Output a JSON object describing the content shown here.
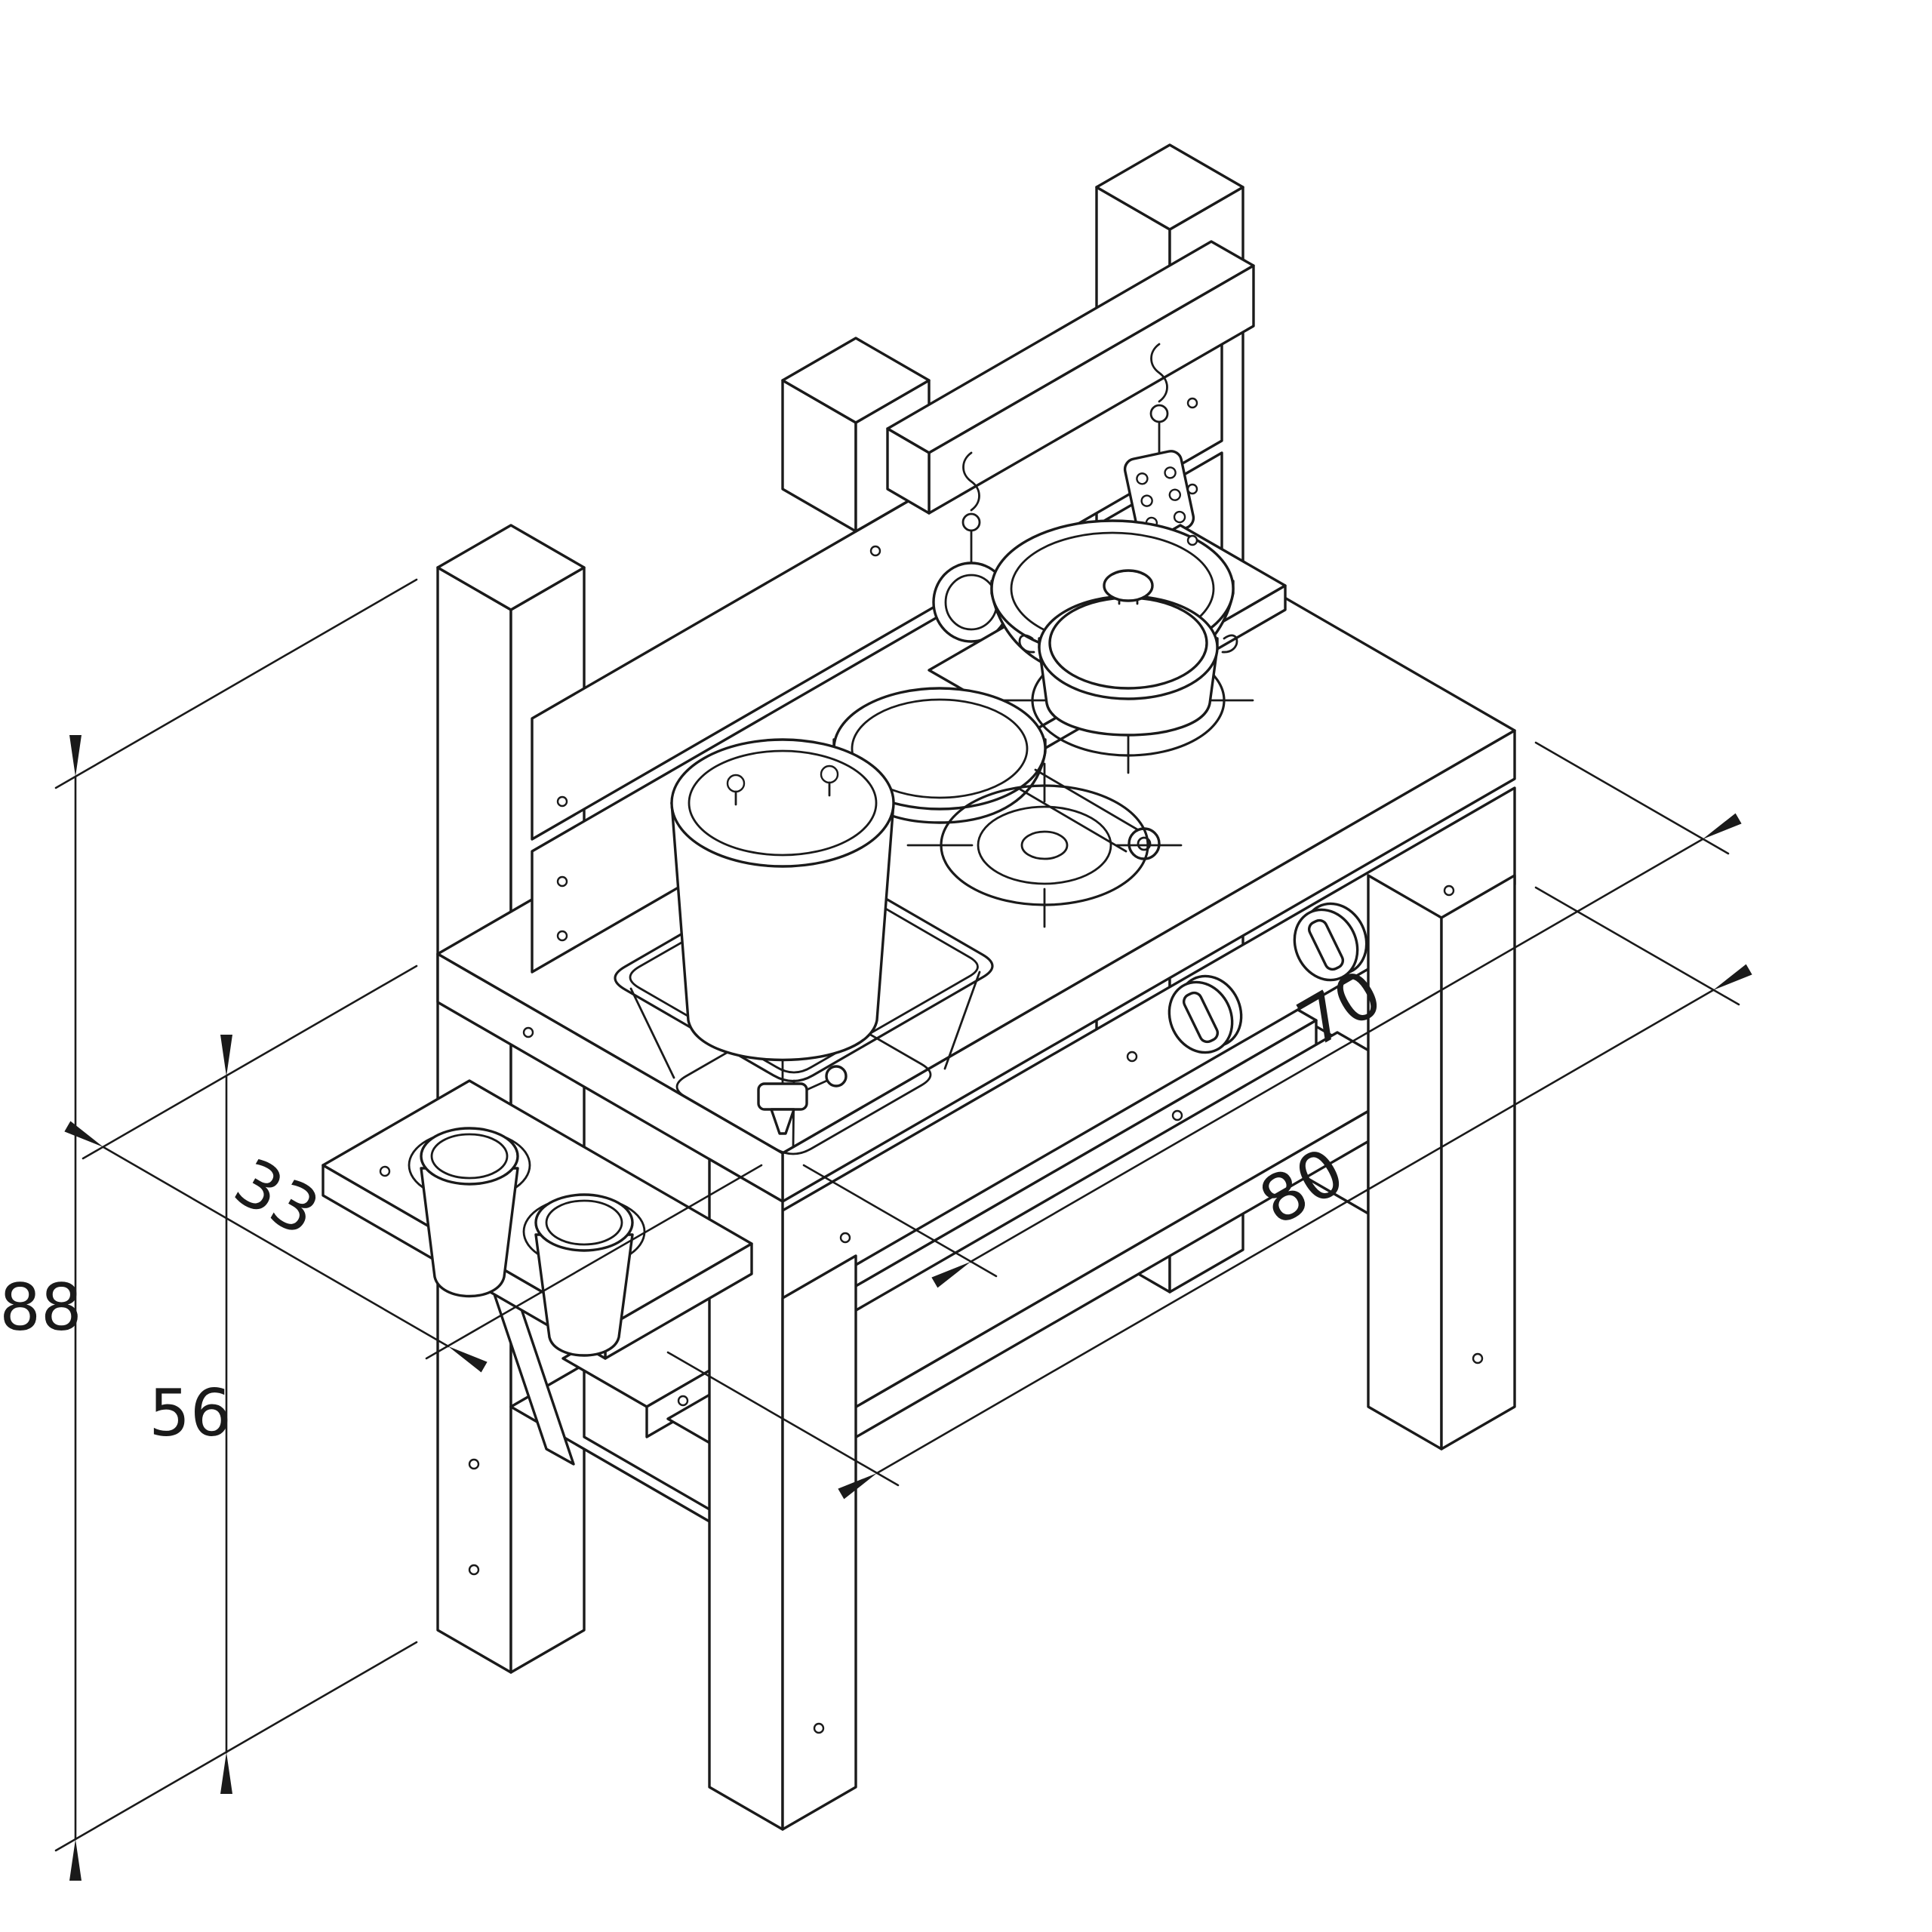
{
  "drawing": {
    "subject": "isometric technical line drawing of a wooden children's play mud kitchen",
    "background_color": "#ffffff",
    "line_color": "#1a1a1a",
    "dimensions": {
      "total_height": "88",
      "worktop_height": "56",
      "depth": "33",
      "worktop_width": "70",
      "total_width": "80"
    }
  }
}
